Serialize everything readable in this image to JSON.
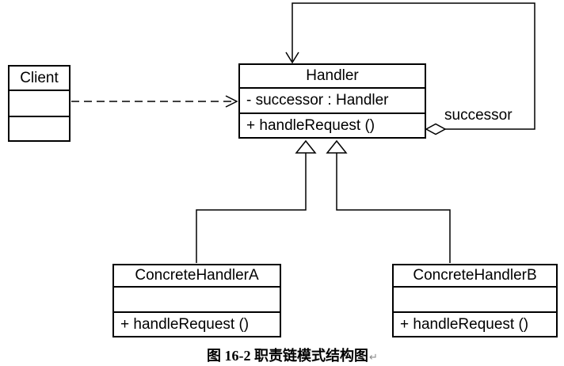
{
  "diagram": {
    "type": "uml-class-diagram",
    "pattern": "Chain of Responsibility",
    "classes": [
      {
        "id": "client",
        "name": "Client",
        "attributes": [],
        "methods": []
      },
      {
        "id": "handler",
        "name": "Handler",
        "attributes": [
          "- successor : Handler"
        ],
        "methods": [
          "+ handleRequest ()"
        ]
      },
      {
        "id": "concrete-handler-a",
        "name": "ConcreteHandlerA",
        "attributes": [],
        "methods": [
          "+ handleRequest ()"
        ]
      },
      {
        "id": "concrete-handler-b",
        "name": "ConcreteHandlerB",
        "attributes": [],
        "methods": [
          "+ handleRequest ()"
        ]
      }
    ],
    "relationships": [
      {
        "type": "dependency",
        "from": "Client",
        "to": "Handler",
        "style": "dashed-open-arrow",
        "label": ""
      },
      {
        "type": "aggregation-self",
        "from": "Handler",
        "to": "Handler",
        "style": "hollow-diamond-loop",
        "label": "successor"
      },
      {
        "type": "generalization",
        "from": "ConcreteHandlerA",
        "to": "Handler",
        "style": "hollow-triangle",
        "label": ""
      },
      {
        "type": "generalization",
        "from": "ConcreteHandlerB",
        "to": "Handler",
        "style": "hollow-triangle",
        "label": ""
      }
    ]
  },
  "caption": {
    "text": "图 16-2  职责链模式结构图",
    "paragraph_mark": "↵"
  },
  "colors": {
    "line": "#000000",
    "background": "#ffffff",
    "text": "#000000",
    "paragraph_mark": "#8a8a8a"
  }
}
